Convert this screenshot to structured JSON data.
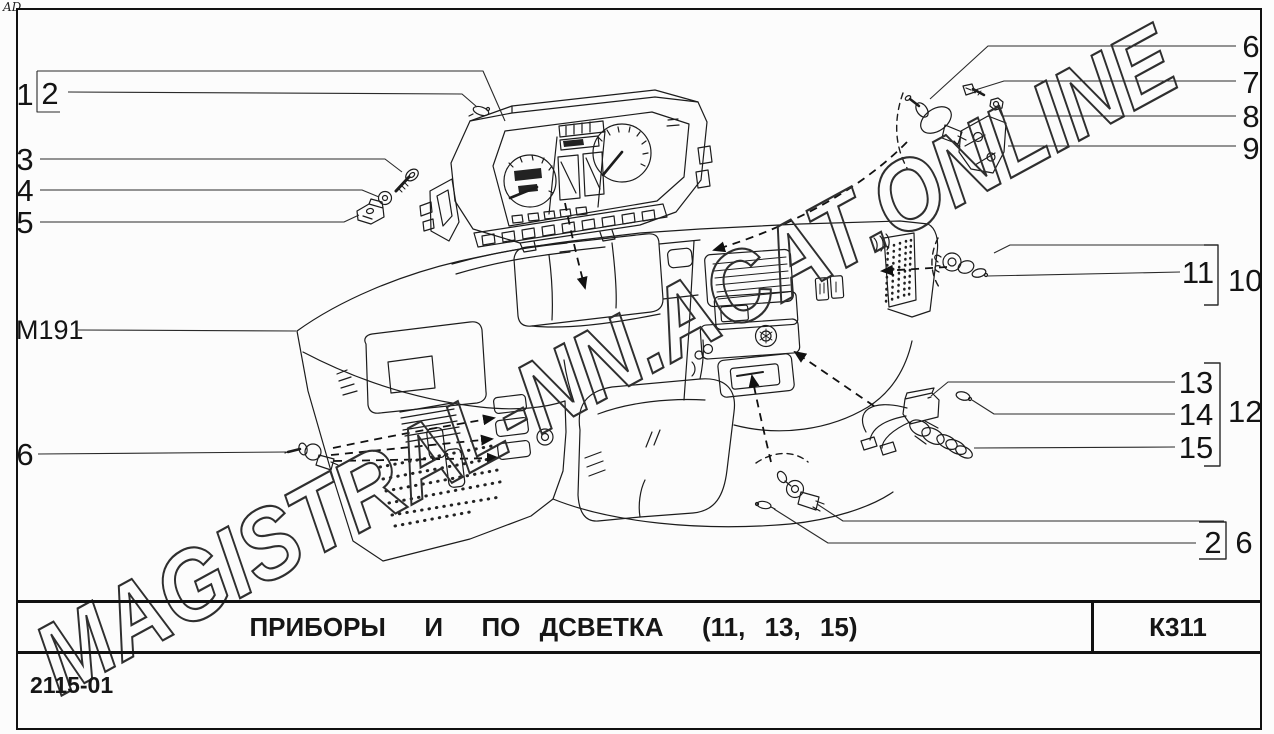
{
  "page": {
    "corner_mark": "AD",
    "watermark": "MAGISTRAL-NN.ACAT.ONLINE",
    "background_color": "#fcfcfc",
    "line_color": "#1c1c1c"
  },
  "footer": {
    "title": "ПРИБОРЫ  И  ПО ДСВЕТКА  (11, 13, 15)",
    "sheet_code": "К311",
    "model_code": "2115-01"
  },
  "callouts": {
    "c1": "1",
    "c2": "2",
    "c3": "3",
    "c4": "4",
    "c5": "5",
    "m191": "M191",
    "c6_left": "6",
    "c6_top": "6",
    "c7": "7",
    "c8": "8",
    "c9": "9",
    "c11": "11",
    "c10": "10",
    "c13": "13",
    "c14": "14",
    "c15": "15",
    "c12": "12",
    "c2_bottom": "2",
    "c6_bottom": "6"
  }
}
